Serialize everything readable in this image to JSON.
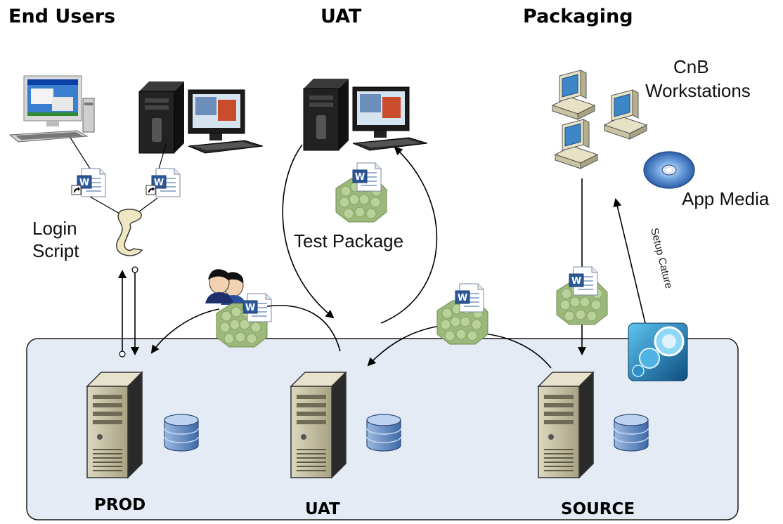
{
  "headers": {
    "end_users": "End Users",
    "uat": "UAT",
    "packaging": "Packaging"
  },
  "labels": {
    "cnb_workstations_line1": "CnB",
    "cnb_workstations_line2": "Workstations",
    "app_media": "App Media",
    "login_script_line1": "Login",
    "login_script_line2": "Script",
    "test_package": "Test Package",
    "setup_capture": "Setup Cature"
  },
  "servers": {
    "prod": "PROD",
    "uat": "UAT",
    "source": "SOURCE"
  },
  "colors": {
    "server_zone_fill": "#e5ebf5",
    "server_body": "#c8c3a5",
    "database_blue": "#6f93c4",
    "package_green": "#9cb87a",
    "word_blue": "#2b5797",
    "monitor_screen": "#4a7fc4",
    "capture_icon": "#2f8fc8"
  }
}
